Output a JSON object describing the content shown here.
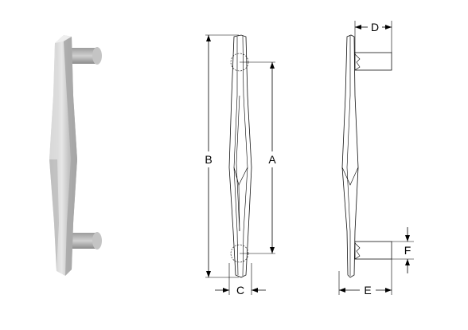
{
  "diagram": {
    "dimension_labels": {
      "a": "A",
      "b": "B",
      "c": "C",
      "d": "D",
      "e": "E",
      "f": "F"
    },
    "colors": {
      "line": "#000000",
      "render_light": "#d7d7d7",
      "render_mid": "#b4b4b4",
      "render_dark": "#8c8c8c"
    }
  }
}
